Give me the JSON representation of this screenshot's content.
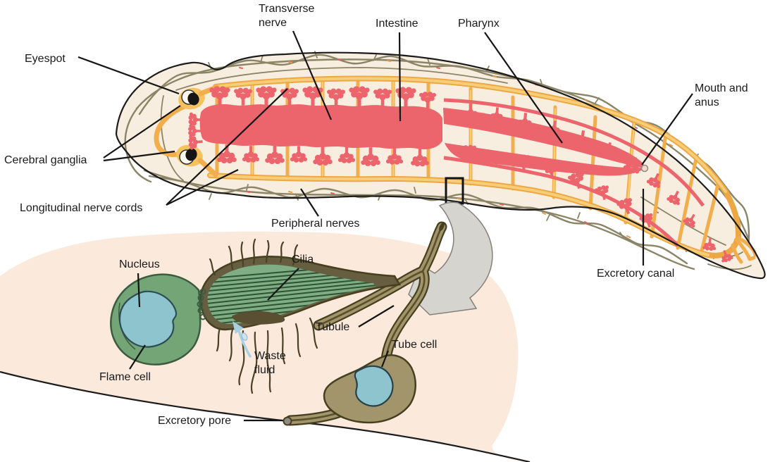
{
  "figure": {
    "type": "anatomy-diagram",
    "subject": "Planarian flatworm: nervous and digestive systems with flame cell excretory inset",
    "labels": {
      "eyespot": "Eyespot",
      "transverse_nerve": "Transverse nerve",
      "intestine": "Intestine",
      "pharynx": "Pharynx",
      "mouth_anus": "Mouth and anus",
      "cerebral_ganglia": "Cerebral ganglia",
      "longitudinal_nerve_cords": "Longitudinal nerve cords",
      "peripheral_nerves": "Peripheral nerves",
      "excretory_canal": "Excretory canal",
      "nucleus": "Nucleus",
      "cilia": "Cilia",
      "tubule": "Tubule",
      "tube_cell": "Tube cell",
      "waste_fluid": "Waste fluid",
      "flame_cell": "Flame cell",
      "excretory_pore": "Excretory pore"
    },
    "colors": {
      "background": "#ffffff",
      "body_cream": "#f8eee0",
      "inset_pink": "#fbe9dc",
      "intestine_red": "#ec646c",
      "nerve_yellow": "#f2ae4c",
      "nerve_yellow_light": "#f8cd78",
      "peripheral_olive": "#8b8466",
      "flame_cell_green": "#74a577",
      "nucleus_blue": "#8ec4cd",
      "tubule_tan": "#a2956b",
      "tubule_dark": "#46401f",
      "arrow_gray": "#d6d4cf",
      "waste_blue": "#a9cfe2",
      "outline": "#1c1c1c"
    }
  }
}
